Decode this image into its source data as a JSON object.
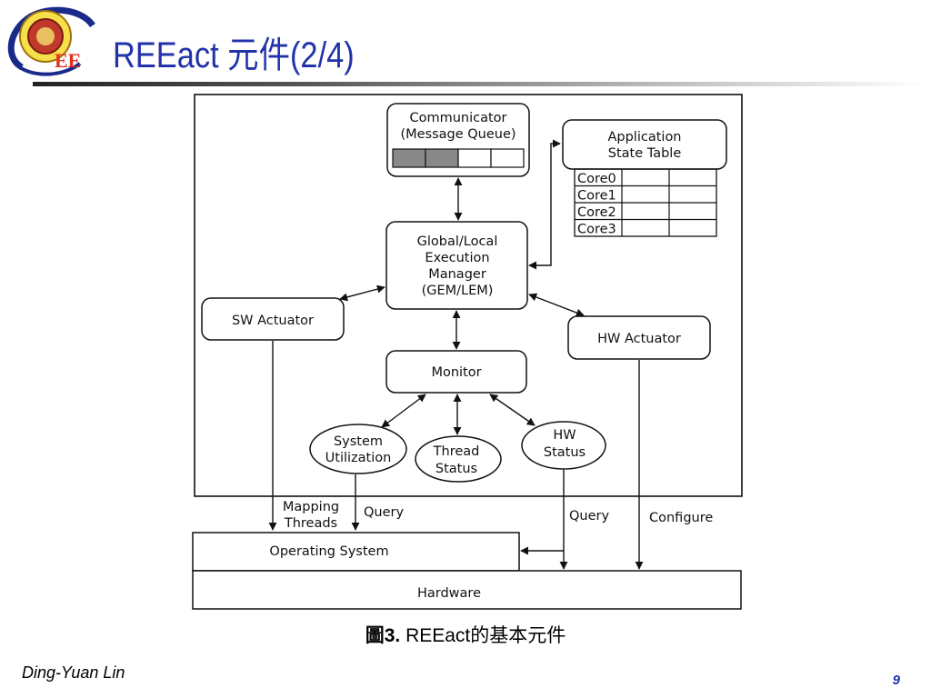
{
  "slide": {
    "title": "REEact 元件(2/4)",
    "author": "Ding-Yuan Lin",
    "page_number": "9"
  },
  "logo": {
    "text": "EE",
    "icon": "department-seal-icon"
  },
  "caption": {
    "label": "圖3.",
    "text": " REEact的基本元件"
  },
  "diagram": {
    "communicator": [
      "Communicator",
      "(Message Queue)"
    ],
    "app_table": [
      "Application",
      "State Table"
    ],
    "cores": [
      "Core0",
      "Core1",
      "Core2",
      "Core3"
    ],
    "manager": [
      "Global/Local",
      "Execution",
      "Manager",
      "(GEM/LEM)"
    ],
    "sw_actuator": "SW Actuator",
    "hw_actuator": "HW Actuator",
    "monitor": "Monitor",
    "system_util": [
      "System",
      "Utilization"
    ],
    "thread_status": [
      "Thread",
      "Status"
    ],
    "hw_status": [
      "HW",
      "Status"
    ],
    "mapping_threads": [
      "Mapping",
      "Threads"
    ],
    "query_left": "Query",
    "query_right": "Query",
    "configure": "Configure",
    "operating_system": "Operating System",
    "hardware": "Hardware"
  },
  "colors": {
    "title": "#2233aa",
    "queue_filled": "#888888"
  }
}
